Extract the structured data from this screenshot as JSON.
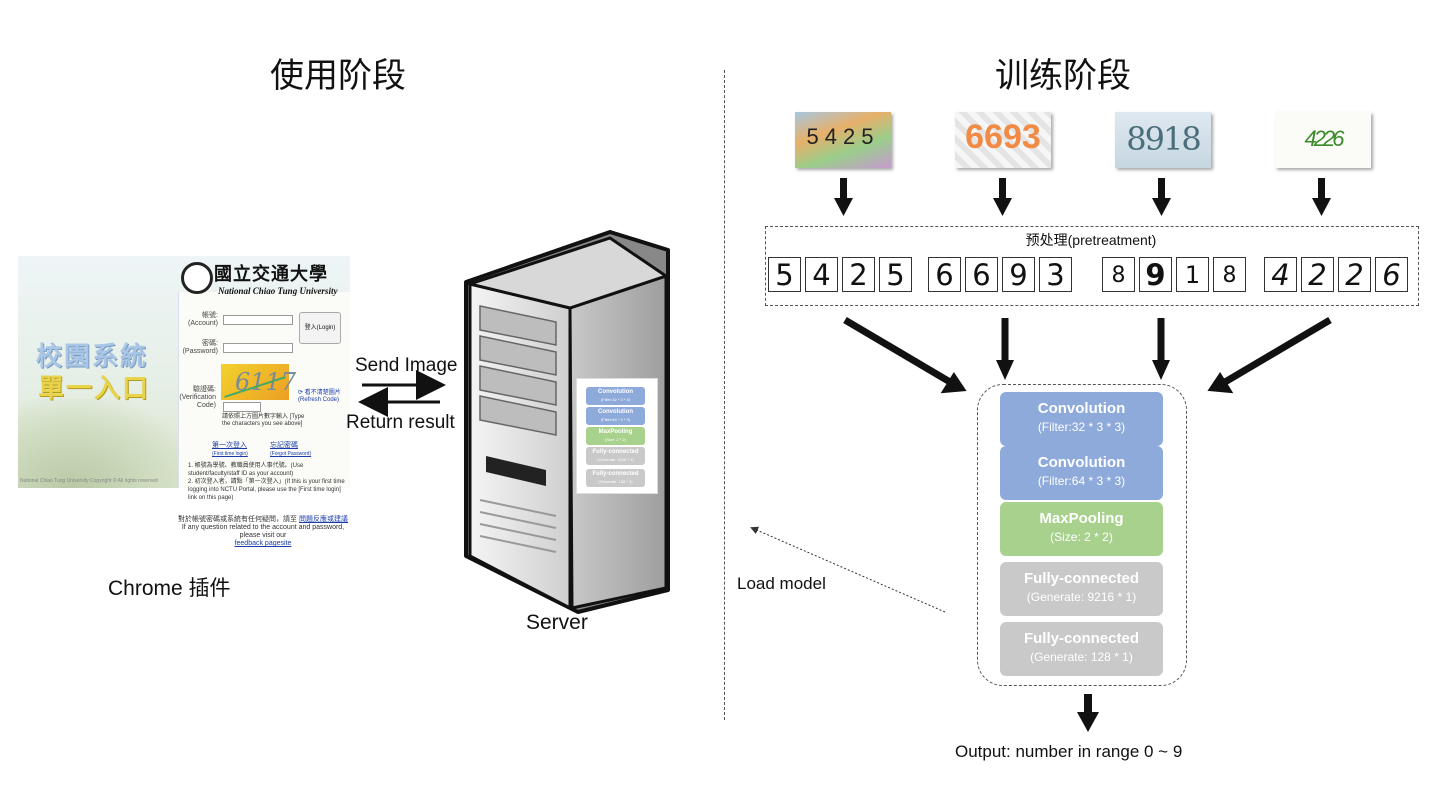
{
  "left": {
    "title": "使用阶段",
    "plugin_label": "Chrome 插件",
    "server_label": "Server",
    "send_label": "Send Image",
    "return_label": "Return result"
  },
  "right": {
    "title": "训练阶段",
    "pretreatment_label": "预处理(pretreatment)",
    "load_model_label": "Load model",
    "output_label": "Output: number in range 0 ~ 9",
    "captcha_samples": [
      "5425",
      "6693",
      "8918",
      "4226"
    ],
    "digit_groups": [
      [
        "5",
        "4",
        "2",
        "5"
      ],
      [
        "6",
        "6",
        "9",
        "3"
      ],
      [
        "8",
        "9",
        "1",
        "8"
      ],
      [
        "4",
        "2",
        "2",
        "6"
      ]
    ],
    "layers": [
      {
        "name": "Convolution",
        "detail": "(Filter:32 * 3 * 3)",
        "color": "#8eaadb"
      },
      {
        "name": "Convolution",
        "detail": "(Filter:64 * 3 * 3)",
        "color": "#8eaadb"
      },
      {
        "name": "MaxPooling",
        "detail": "(Size: 2 * 2)",
        "color": "#a9d18e"
      },
      {
        "name": "Fully-connected",
        "detail": "(Generate: 9216 * 1)",
        "color": "#c9c9c9"
      },
      {
        "name": "Fully-connected",
        "detail": "(Generate: 128 * 1)",
        "color": "#c9c9c9"
      }
    ]
  },
  "portal": {
    "name_cn": "國立交通大學",
    "name_en": "National Chiao Tung University",
    "banner_line1": "校園系統",
    "banner_line2": "單一入口",
    "account_label": "帳號:",
    "account_en": "(Account)",
    "password_label": "密碼:",
    "password_en": "(Password)",
    "verify_label": "驗證碼:",
    "verify_en": "(Verification Code)",
    "login_button": "登入(Login)",
    "captcha_text": "6117",
    "refresh_label": "看不清楚圖片",
    "refresh_en": "(Refresh Code)",
    "type_hint": "請依照上方圖片數字輸入 [Type the characters you see above]",
    "first_login": "第一次登入",
    "first_login_en": "(First time login)",
    "forgot_password": "忘記密碼",
    "forgot_password_en": "(Forgot Password)",
    "note1": "1. 帳號為學號、教職員使用人事代號。(Use student/faculty/staff ID as your account)",
    "note2": "2. 初次登入者，請點「第一次登入」(If this is your first time logging into NCTU Portal, please use the [First time login] link on this page)",
    "faq": "對於帳號密碼或系統有任何疑問，請至",
    "faq_link": "問題反應或建議",
    "faq_en": "If any question related to the account and password, please visit our",
    "faq_en_link": "feedback pagesite",
    "copyright": "National Chiao Tung University Copyright © All rights reserved"
  },
  "mini_layers": [
    {
      "name": "Convolution",
      "detail": "(Filter:32 * 3 * 3)",
      "color": "#8eaadb"
    },
    {
      "name": "Convolution",
      "detail": "(Filter:64 * 3 * 3)",
      "color": "#8eaadb"
    },
    {
      "name": "MaxPooling",
      "detail": "(Size: 2 * 2)",
      "color": "#a9d18e"
    },
    {
      "name": "Fully-connected",
      "detail": "(Generate: 9216 * 1)",
      "color": "#c9c9c9"
    },
    {
      "name": "Fully-connected",
      "detail": "(Generate: 128 * 1)",
      "color": "#c9c9c9"
    }
  ]
}
